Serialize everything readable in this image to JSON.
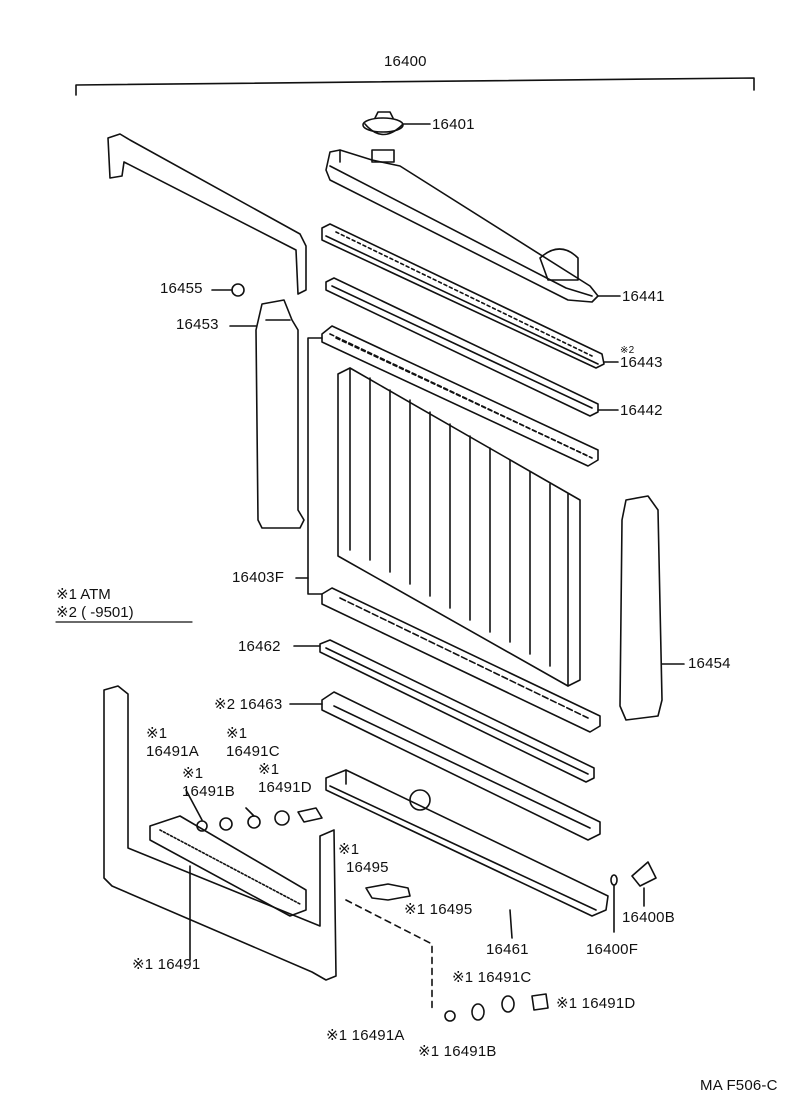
{
  "assembly_label": "16400",
  "footer_code": "MA F506-C",
  "legend": {
    "note1": "※1  ATM",
    "note2": "※2  (        -9501)"
  },
  "parts": {
    "p16401": "16401",
    "p16441": "16441",
    "p16443_mark": "※2",
    "p16443": "16443",
    "p16442": "16442",
    "p16455": "16455",
    "p16453": "16453",
    "p16403F": "16403F",
    "p16462": "16462",
    "p16463": "※2 16463",
    "p16454": "16454",
    "p16491A_mark": "※1",
    "p16491A": "16491A",
    "p16491C_mark": "※1",
    "p16491C": "16491C",
    "p16491B_mark": "※1",
    "p16491B": "16491B",
    "p16491D_mark": "※1",
    "p16491D": "16491D",
    "p16495_mark": "※1",
    "p16495": "16495",
    "p16495b": "※1 16495",
    "p16461": "16461",
    "p16400F": "16400F",
    "p16400B": "16400B",
    "p16491": "※1 16491",
    "p16491C_b": "※1 16491C",
    "p16491D_b": "※1 16491D",
    "p16491A_b": "※1 16491A",
    "p16491B_b": "※1 16491B"
  }
}
